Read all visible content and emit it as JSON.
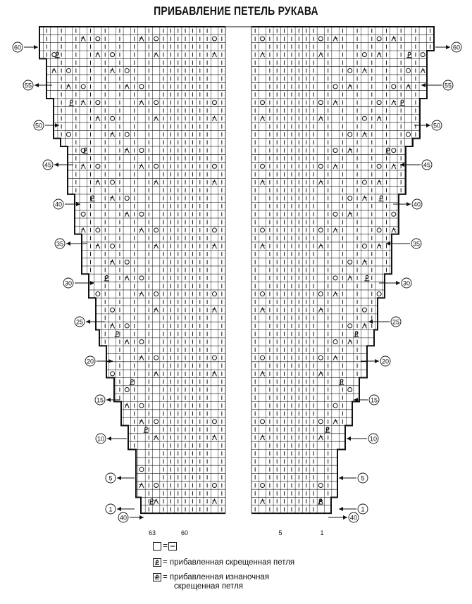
{
  "title": "ПРИБАВЛЕНИЕ ПЕТЕЛЬ РУКАВА",
  "left_row_labels": [
    "60",
    "55",
    "50",
    "45",
    "40",
    "35",
    "30",
    "25",
    "20",
    "15",
    "10",
    "5",
    "1",
    "40"
  ],
  "right_row_labels": [
    "60",
    "55",
    "50",
    "45",
    "40",
    "35",
    "30",
    "25",
    "20",
    "15",
    "10",
    "5",
    "1",
    "40"
  ],
  "left_column_labels": [
    "63",
    "60"
  ],
  "right_column_labels": [
    "5",
    "1"
  ],
  "legend": [
    {
      "symbol": "empty-cell-equals-purl",
      "label": "="
    },
    {
      "symbol": "added-crossed-loop-icon",
      "label": "= прибавленная скрещенная петля"
    },
    {
      "symbol": "added-purl-crossed-loop-icon",
      "label": "= прибавленная изнаночная",
      "label2": "скрещенная петля"
    }
  ],
  "colors": {
    "ink": "#111111",
    "paper": "#ffffff"
  }
}
